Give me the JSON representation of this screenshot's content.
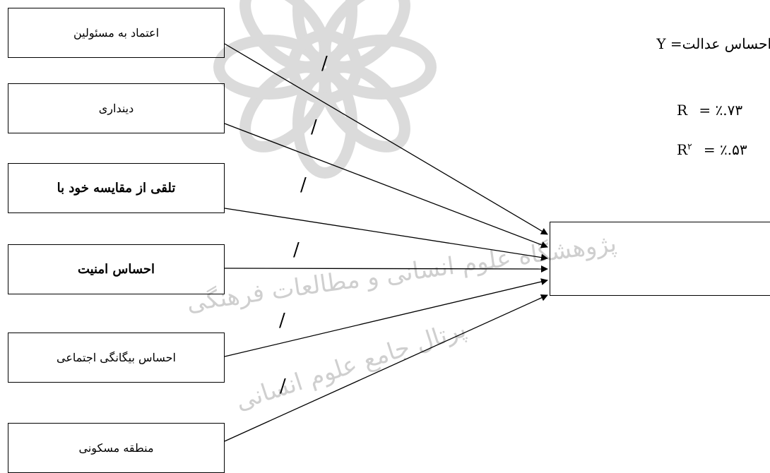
{
  "watermark": {
    "line1": "پژوهشگاه علوم انسانی و مطالعات فرهنگی",
    "line2": "پرتال جامع علوم انسانی",
    "color": "#c8c8c8"
  },
  "variables": [
    {
      "label": "اعتماد به مسئولین",
      "bold": false
    },
    {
      "label": "دینداری",
      "bold": false
    },
    {
      "label": "تلقی از مقایسه خود با",
      "bold": true
    },
    {
      "label": "احساس امنیت",
      "bold": true
    },
    {
      "label": "احساس بیگانگی اجتماعی",
      "bold": false
    },
    {
      "label": "منطقه مسکونی",
      "bold": false
    }
  ],
  "path_marks": [
    "/",
    "/",
    "/",
    "/",
    "/",
    "/"
  ],
  "dependent": {
    "equation": "احساس عدالت= Y",
    "r_symbol": "R",
    "r_value": "= ٪.۷۳",
    "r2_symbol": "R",
    "r2_superscript": "۲",
    "r2_value": "= ٪.۵۳"
  }
}
